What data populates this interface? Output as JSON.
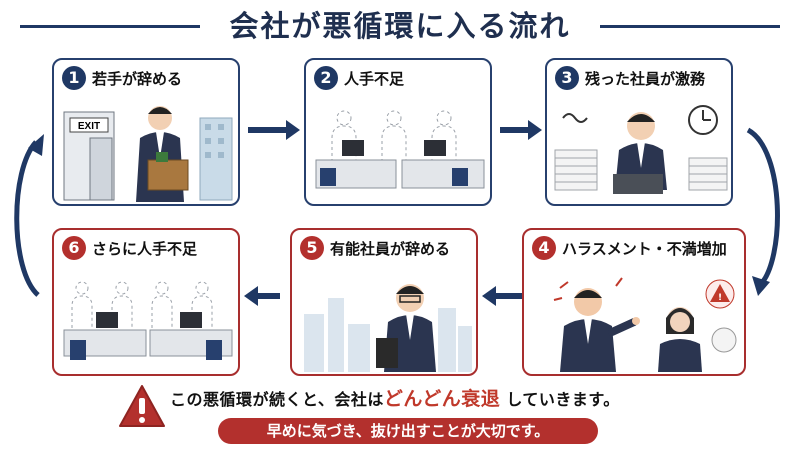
{
  "title": "会社が悪循環に入る流れ",
  "steps": [
    {
      "num": "1",
      "label": "若手が辞める",
      "sign": "EXIT"
    },
    {
      "num": "2",
      "label": "人手不足"
    },
    {
      "num": "3",
      "label": "残った社員が激務"
    },
    {
      "num": "4",
      "label": "ハラスメント・不満増加"
    },
    {
      "num": "5",
      "label": "有能社員が辞める"
    },
    {
      "num": "6",
      "label": "さらに人手不足"
    }
  ],
  "message": {
    "before": "この悪循環が続くと、会社は",
    "emphasis": "どんどん衰退",
    "after": "していきます。"
  },
  "advice": "早めに気づき、抜け出すことが大切です。",
  "colors": {
    "navy": "#1f3864",
    "red": "#b3302d"
  }
}
